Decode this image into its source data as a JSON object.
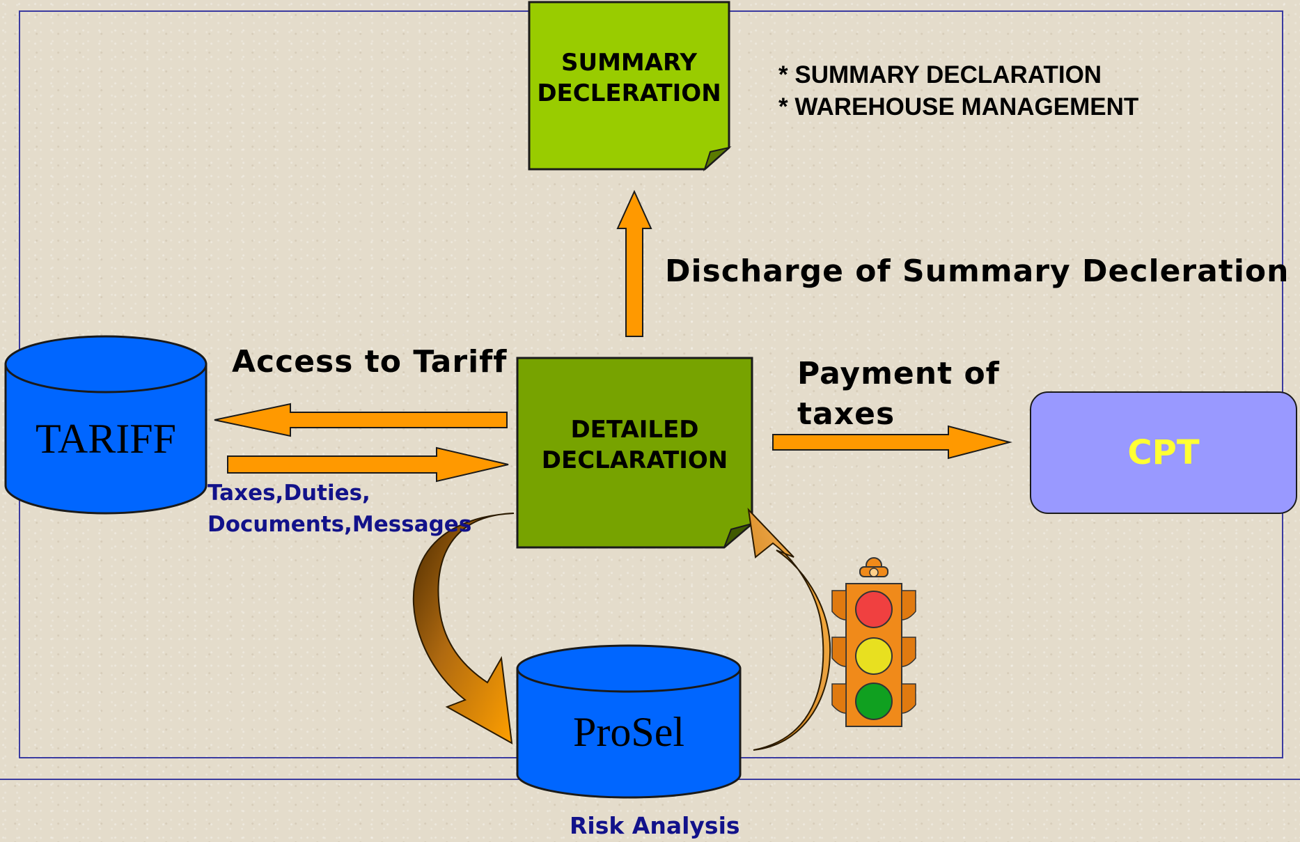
{
  "nodes": {
    "summary_note": {
      "label_line1": "SUMMARY",
      "label_line2": "DECLERATION"
    },
    "detailed_note": {
      "label_line1": "DETAILED",
      "label_line2": "DECLARATION"
    },
    "tariff_db": {
      "label": "TARIFF"
    },
    "prosel_db": {
      "label": "ProSel"
    },
    "cpt_box": {
      "label": "CPT"
    }
  },
  "bullets": [
    "* SUMMARY DECLARATION",
    "* WAREHOUSE MANAGEMENT"
  ],
  "edge_labels": {
    "discharge": "Discharge of Summary Decleration",
    "access_tariff": "Access to Tariff",
    "payment_line1": "Payment of",
    "payment_line2": "taxes",
    "taxes_line1": "Taxes,Duties,",
    "taxes_line2": "Documents,Messages",
    "risk": "Risk Analysis"
  },
  "colors": {
    "summary_note": "#99cc00",
    "detailed_note": "#77a300",
    "database": "#0066ff",
    "cpt": "#9999ff",
    "cpt_text": "#ffff33",
    "arrow": "#ff9900",
    "frame": "#3a3aa0"
  },
  "icons": {
    "traffic_light": "traffic-light-icon"
  }
}
